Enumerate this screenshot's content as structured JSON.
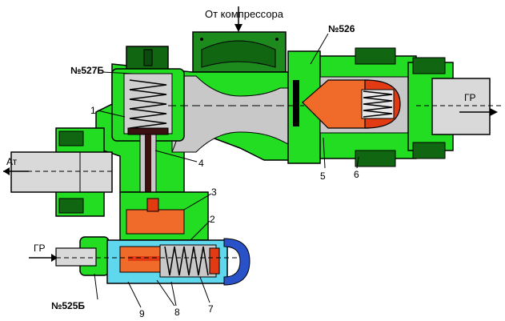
{
  "labels": {
    "from_compressor": "От компрессора",
    "valve_526": "№526",
    "valve_527b": "№527Б",
    "valve_525b": "№525Б",
    "at_left": "Ат",
    "gr_right": "ГР",
    "gr_left": "ГР"
  },
  "callouts": {
    "n1": "1",
    "n2": "2",
    "n3": "3",
    "n4": "4",
    "n5": "5",
    "n6": "6",
    "n7": "7",
    "n8": "8",
    "n9": "9"
  },
  "colors": {
    "body_green": "#22dd22",
    "dark_green": "#116611",
    "cavity_grey": "#c8c8c8",
    "pipe_grey": "#d9d9d9",
    "valve_orange": "#f06a2a",
    "valve_red": "#e23b14",
    "spring_dark": "#6b1a0a",
    "blue_body": "#5fd8ee",
    "blue_loop": "#2a52c8",
    "outline": "#000000"
  }
}
